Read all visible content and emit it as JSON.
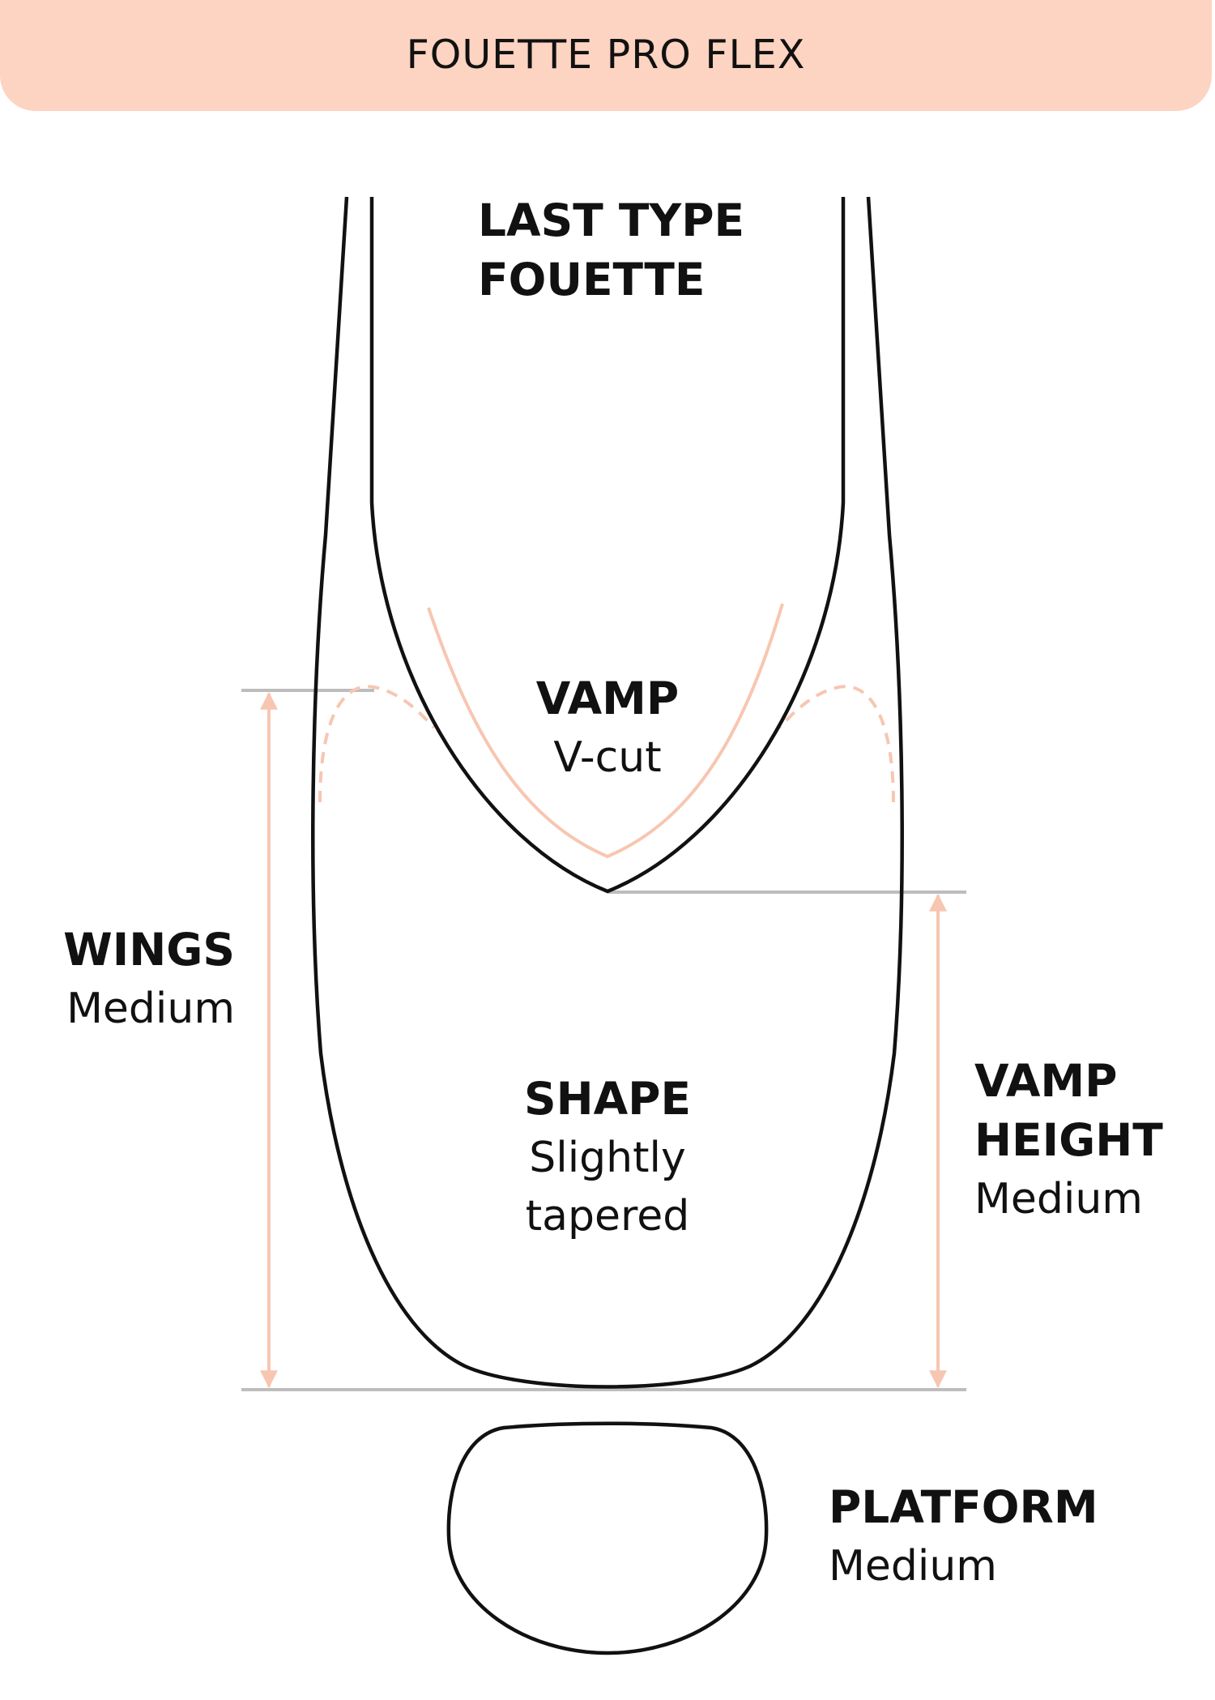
{
  "title": "FOUETTE PRO FLEX",
  "colors": {
    "banner": "#fdd3c1",
    "accent": "#f7c6b1",
    "outline": "#111111",
    "guide": "#bdbdbd"
  },
  "labels": {
    "last_type": {
      "title_line1": "LAST TYPE",
      "title_line2": "FOUETTE"
    },
    "vamp": {
      "title": "VAMP",
      "value": "V-cut"
    },
    "wings": {
      "title": "WINGS",
      "value": "Medium"
    },
    "shape": {
      "title": "SHAPE",
      "value_line1": "Slightly",
      "value_line2": "tapered"
    },
    "vamp_height": {
      "title_line1": "VAMP",
      "title_line2": "HEIGHT",
      "value": "Medium"
    },
    "platform": {
      "title": "PLATFORM",
      "value": "Medium"
    }
  }
}
